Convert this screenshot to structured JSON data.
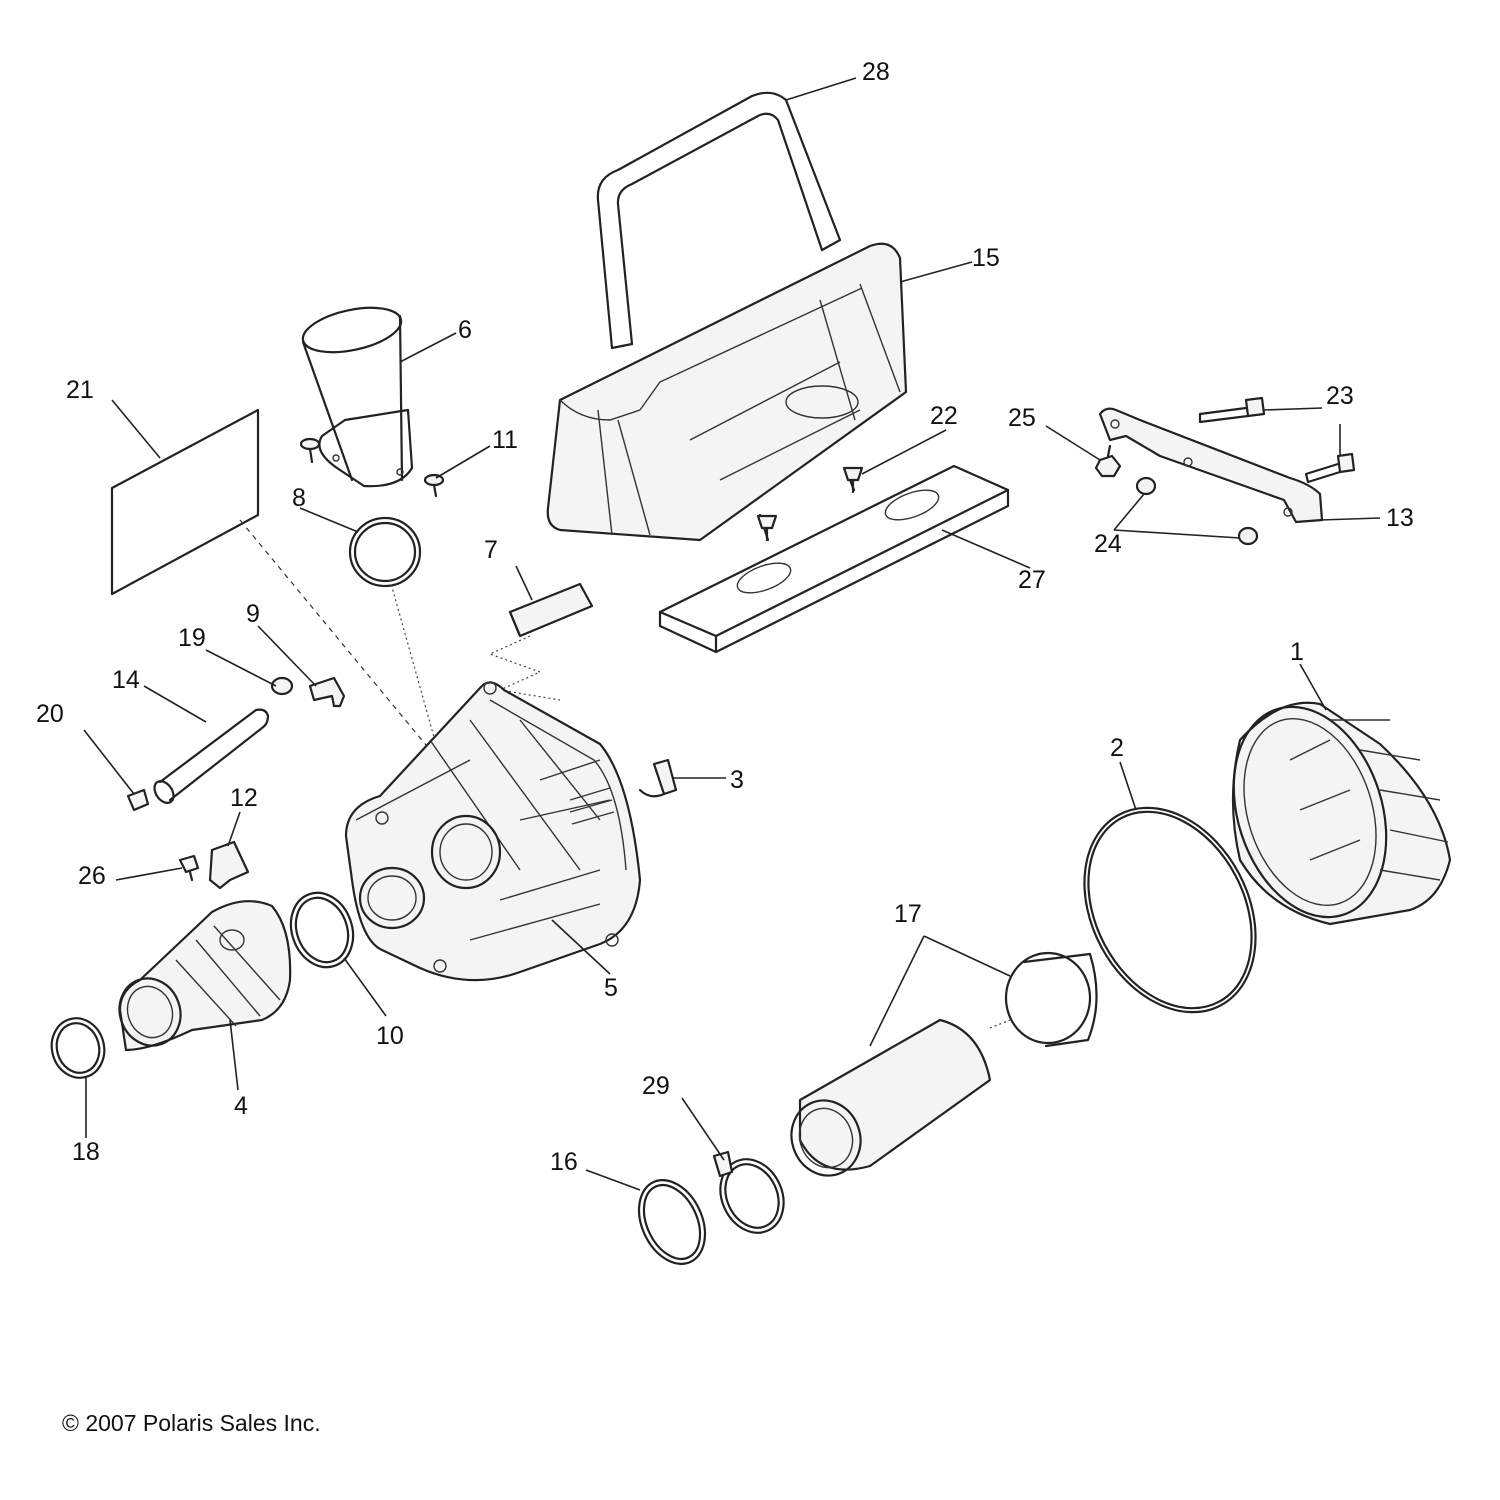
{
  "callouts": {
    "c1": "1",
    "c2": "2",
    "c3": "3",
    "c4": "4",
    "c5": "5",
    "c6": "6",
    "c7": "7",
    "c8": "8",
    "c9": "9",
    "c10": "10",
    "c11": "11",
    "c12": "12",
    "c13": "13",
    "c14": "14",
    "c15": "15",
    "c16": "16",
    "c17": "17",
    "c18": "18",
    "c19": "19",
    "c20": "20",
    "c21": "21",
    "c22": "22",
    "c23": "23",
    "c24": "24",
    "c25": "25",
    "c26": "26",
    "c27": "27",
    "c28": "28",
    "c29": "29"
  },
  "copyright": "© 2007 Polaris Sales Inc."
}
